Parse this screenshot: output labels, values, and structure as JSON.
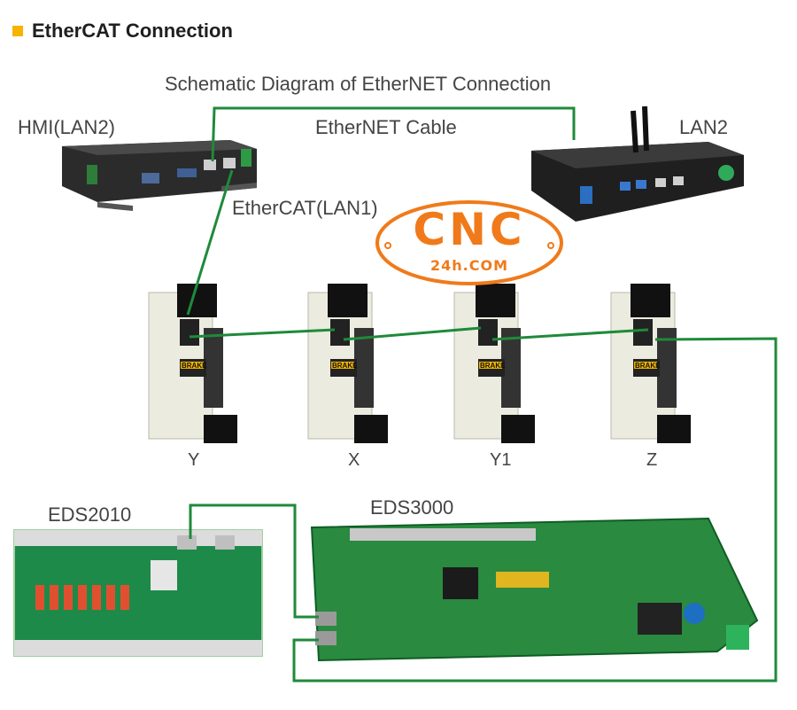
{
  "header": {
    "title": "EtherCAT Connection"
  },
  "diagram": {
    "caption": "Schematic Diagram of EtherNET Connection",
    "cable_label": "EtherNET Cable",
    "hmi_label": "HMI(LAN2)",
    "pc_label": "LAN2",
    "ethercat_label": "EtherCAT(LAN1)",
    "drives": [
      {
        "axis": "Y"
      },
      {
        "axis": "X"
      },
      {
        "axis": "Y1"
      },
      {
        "axis": "Z"
      }
    ],
    "board_left_label": "EDS2010",
    "board_right_label": "EDS3000",
    "drive_badge": "BRAKE"
  },
  "watermark": {
    "text": "CNC",
    "subtext": "24h.COM"
  },
  "colors": {
    "cable": "#1f8a3a",
    "accent": "#f5b400",
    "watermark": "#f07a1a"
  }
}
